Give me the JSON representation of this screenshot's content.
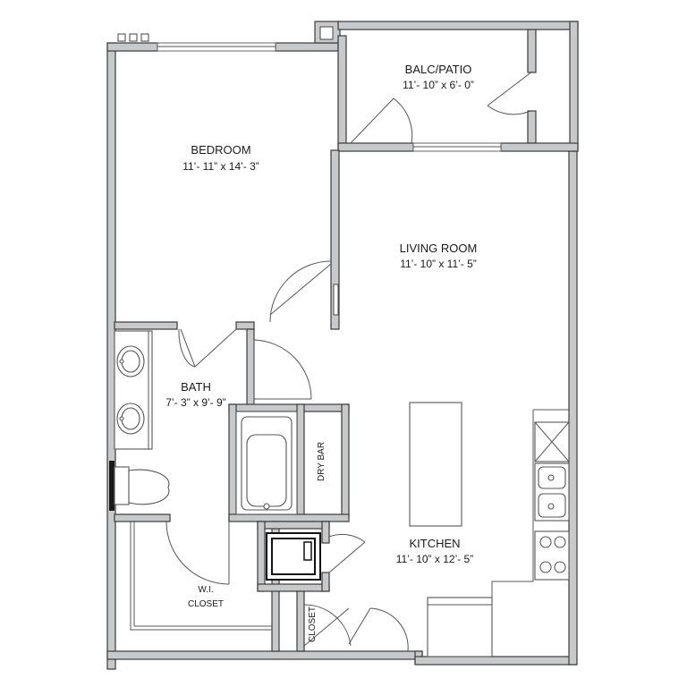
{
  "rooms": {
    "balcony": {
      "name": "BALC/PATIO",
      "dims": "11’- 10” x 6’- 0”"
    },
    "bedroom": {
      "name": "BEDROOM",
      "dims": "11’- 11” x 14’- 3”"
    },
    "living": {
      "name": "LIVING ROOM",
      "dims": "11’- 10” x 11’- 5”"
    },
    "bath": {
      "name": "BATH",
      "dims": "7’- 3” x 9’- 9”"
    },
    "kitchen": {
      "name": "KITCHEN",
      "dims": "11’- 10” x 12’- 5”"
    },
    "wi_closet": {
      "name_line1": "W.I.",
      "name_line2": "CLOSET"
    }
  },
  "labels": {
    "dry_bar": "DRY BAR",
    "closet": "CLOSET"
  },
  "colors": {
    "wall_fill": "#c8c9cb",
    "wall_stroke": "#3b3b3b",
    "background": "#ffffff"
  }
}
